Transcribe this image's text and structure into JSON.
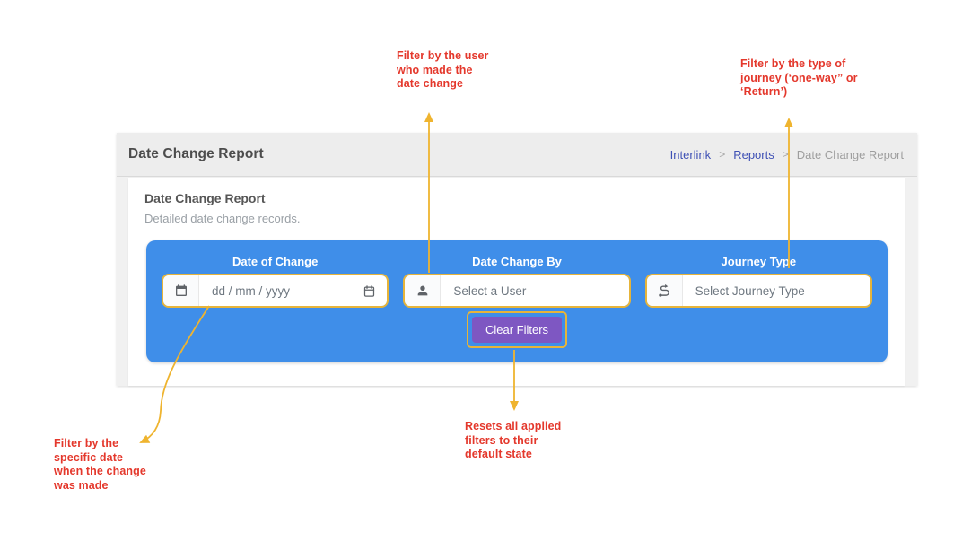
{
  "page": {
    "title": "Date Change Report"
  },
  "breadcrumb": {
    "separator": ">",
    "items": [
      {
        "label": "Interlink"
      },
      {
        "label": "Reports"
      }
    ],
    "current": "Date Change Report"
  },
  "card": {
    "title": "Date Change Report",
    "subtitle": "Detailed date change records."
  },
  "filters": {
    "date_of_change": {
      "label": "Date of Change",
      "placeholder": "dd / mm / yyyy",
      "icon": "calendar-icon"
    },
    "date_change_by": {
      "label": "Date Change By",
      "placeholder": "Select a User",
      "icon": "user-icon"
    },
    "journey_type": {
      "label": "Journey Type",
      "placeholder": "Select Journey Type",
      "icon": "route-icon"
    }
  },
  "actions": {
    "clear_filters_label": "Clear Filters"
  },
  "annotations": [
    {
      "id": "user-filter-note",
      "text": "Filter by the user\nwho made the\ndate change"
    },
    {
      "id": "journey-filter-note",
      "text": "Filter by the type of\njourney (‘one-way” or\n‘Return’)"
    },
    {
      "id": "date-filter-note",
      "text": "Filter by the\nspecific date\nwhen the change\nwas made"
    },
    {
      "id": "clear-filters-note",
      "text": "Resets all applied\nfilters to their\ndefault state"
    }
  ],
  "colors": {
    "panel_blue": "#3f8ee9",
    "button_purple": "#7e57c2",
    "highlight_gold": "#e6b43a",
    "annotation_red": "#e4382c",
    "arrow_gold": "#efb42f",
    "breadcrumb_link_blue": "#3f51b5",
    "header_gray": "#ededed"
  }
}
